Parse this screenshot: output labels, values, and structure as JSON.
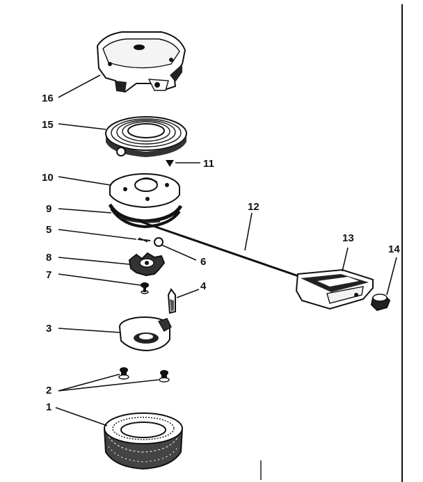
{
  "diagram": {
    "labels": [
      "16",
      "15",
      "11",
      "10",
      "9",
      "12",
      "13",
      "14",
      "5",
      "6",
      "8",
      "7",
      "4",
      "3",
      "2",
      "1"
    ]
  }
}
